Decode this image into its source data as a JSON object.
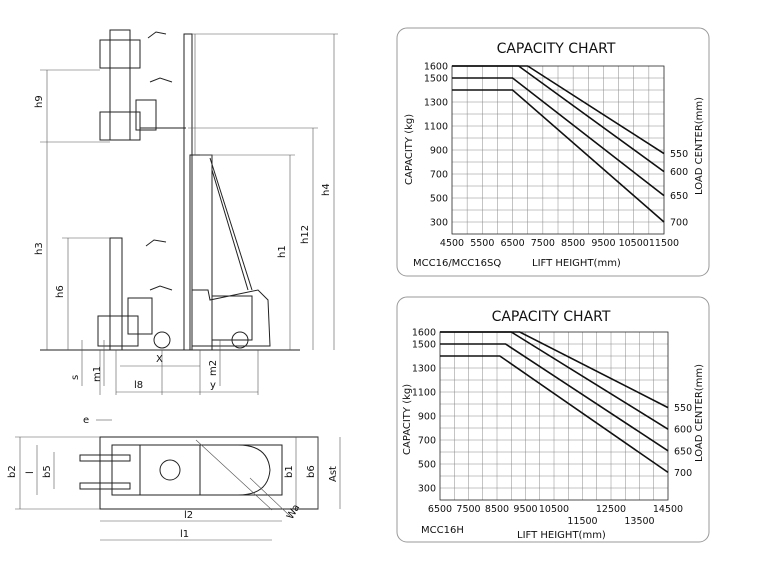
{
  "drawing": {
    "side_view_dims": {
      "h9": "h9",
      "h3": "h3",
      "h6": "h6",
      "h1": "h1",
      "h12": "h12",
      "h4": "h4",
      "s": "s",
      "m1": "m1",
      "m2": "m2",
      "x": "X",
      "l8": "l8",
      "y": "y"
    },
    "top_view_dims": {
      "e": "e",
      "b2": "b2",
      "l": "l",
      "b5": "b5",
      "b1": "b1",
      "b6": "b6",
      "ast": "Ast",
      "l2": "l2",
      "l1": "l1",
      "wa": "Wa"
    }
  },
  "chart_data": [
    {
      "type": "line",
      "title": "CAPACITY CHART",
      "model": "MCC16/MCC16SQ",
      "xlabel": "LIFT HEIGHT(mm)",
      "ylabel": "CAPACITY (kg)",
      "right_label": "LOAD CENTER(mm)",
      "x_ticks": [
        "4500",
        "5500",
        "6500",
        "7500",
        "8500",
        "9500",
        "10500",
        "11500"
      ],
      "y_ticks": [
        "1600",
        "1500",
        "1300",
        "1100",
        "900",
        "700",
        "500",
        "300"
      ],
      "xlim": [
        4500,
        11500
      ],
      "ylim": [
        200,
        1600
      ],
      "series": [
        {
          "name": "550",
          "x": [
            4500,
            7000,
            11500
          ],
          "y": [
            1600,
            1600,
            870
          ]
        },
        {
          "name": "600",
          "x": [
            4500,
            6700,
            11500
          ],
          "y": [
            1600,
            1600,
            720
          ]
        },
        {
          "name": "650",
          "x": [
            4500,
            6500,
            11500
          ],
          "y": [
            1500,
            1500,
            520
          ]
        },
        {
          "name": "700",
          "x": [
            4500,
            6500,
            11500
          ],
          "y": [
            1400,
            1400,
            300
          ]
        }
      ]
    },
    {
      "type": "line",
      "title": "CAPACITY CHART",
      "model": "MCC16H",
      "xlabel": "LIFT HEIGHT(mm)",
      "ylabel": "CAPACITY (kg)",
      "right_label": "LOAD CENTER(mm)",
      "x_ticks_top": [
        "6500",
        "7500",
        "8500",
        "9500",
        "10500",
        "12500",
        "14500"
      ],
      "x_ticks_bottom": [
        "11500",
        "13500"
      ],
      "y_ticks": [
        "1600",
        "1500",
        "1300",
        "1100",
        "900",
        "700",
        "500",
        "300"
      ],
      "xlim": [
        6500,
        14500
      ],
      "ylim": [
        200,
        1600
      ],
      "series": [
        {
          "name": "550",
          "x": [
            6500,
            9300,
            14500
          ],
          "y": [
            1600,
            1600,
            970
          ]
        },
        {
          "name": "600",
          "x": [
            6500,
            9000,
            14500
          ],
          "y": [
            1600,
            1600,
            790
          ]
        },
        {
          "name": "650",
          "x": [
            6500,
            8800,
            14500
          ],
          "y": [
            1500,
            1500,
            610
          ]
        },
        {
          "name": "700",
          "x": [
            6500,
            8600,
            14500
          ],
          "y": [
            1400,
            1400,
            430
          ]
        }
      ]
    }
  ]
}
